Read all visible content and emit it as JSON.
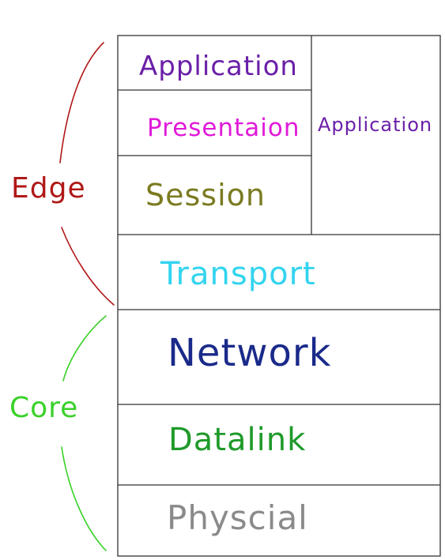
{
  "osi_layers": [
    {
      "label": "Application",
      "color": "#6a1fa8"
    },
    {
      "label": "Presentaion",
      "color": "#e01ad9"
    },
    {
      "label": "Session",
      "color": "#7b7b22"
    },
    {
      "label": "Transport",
      "color": "#33d4ef"
    },
    {
      "label": "Network",
      "color": "#1a2a8a"
    },
    {
      "label": "Datalink",
      "color": "#1f9a2a"
    },
    {
      "label": "Physcial",
      "color": "#8a8a8a"
    }
  ],
  "merged_layer": {
    "label": "Application",
    "color": "#6a1fa8"
  },
  "groups": {
    "edge": {
      "label": "Edge",
      "color": "#b01818"
    },
    "core": {
      "label": "Core",
      "color": "#3ad12a"
    }
  }
}
